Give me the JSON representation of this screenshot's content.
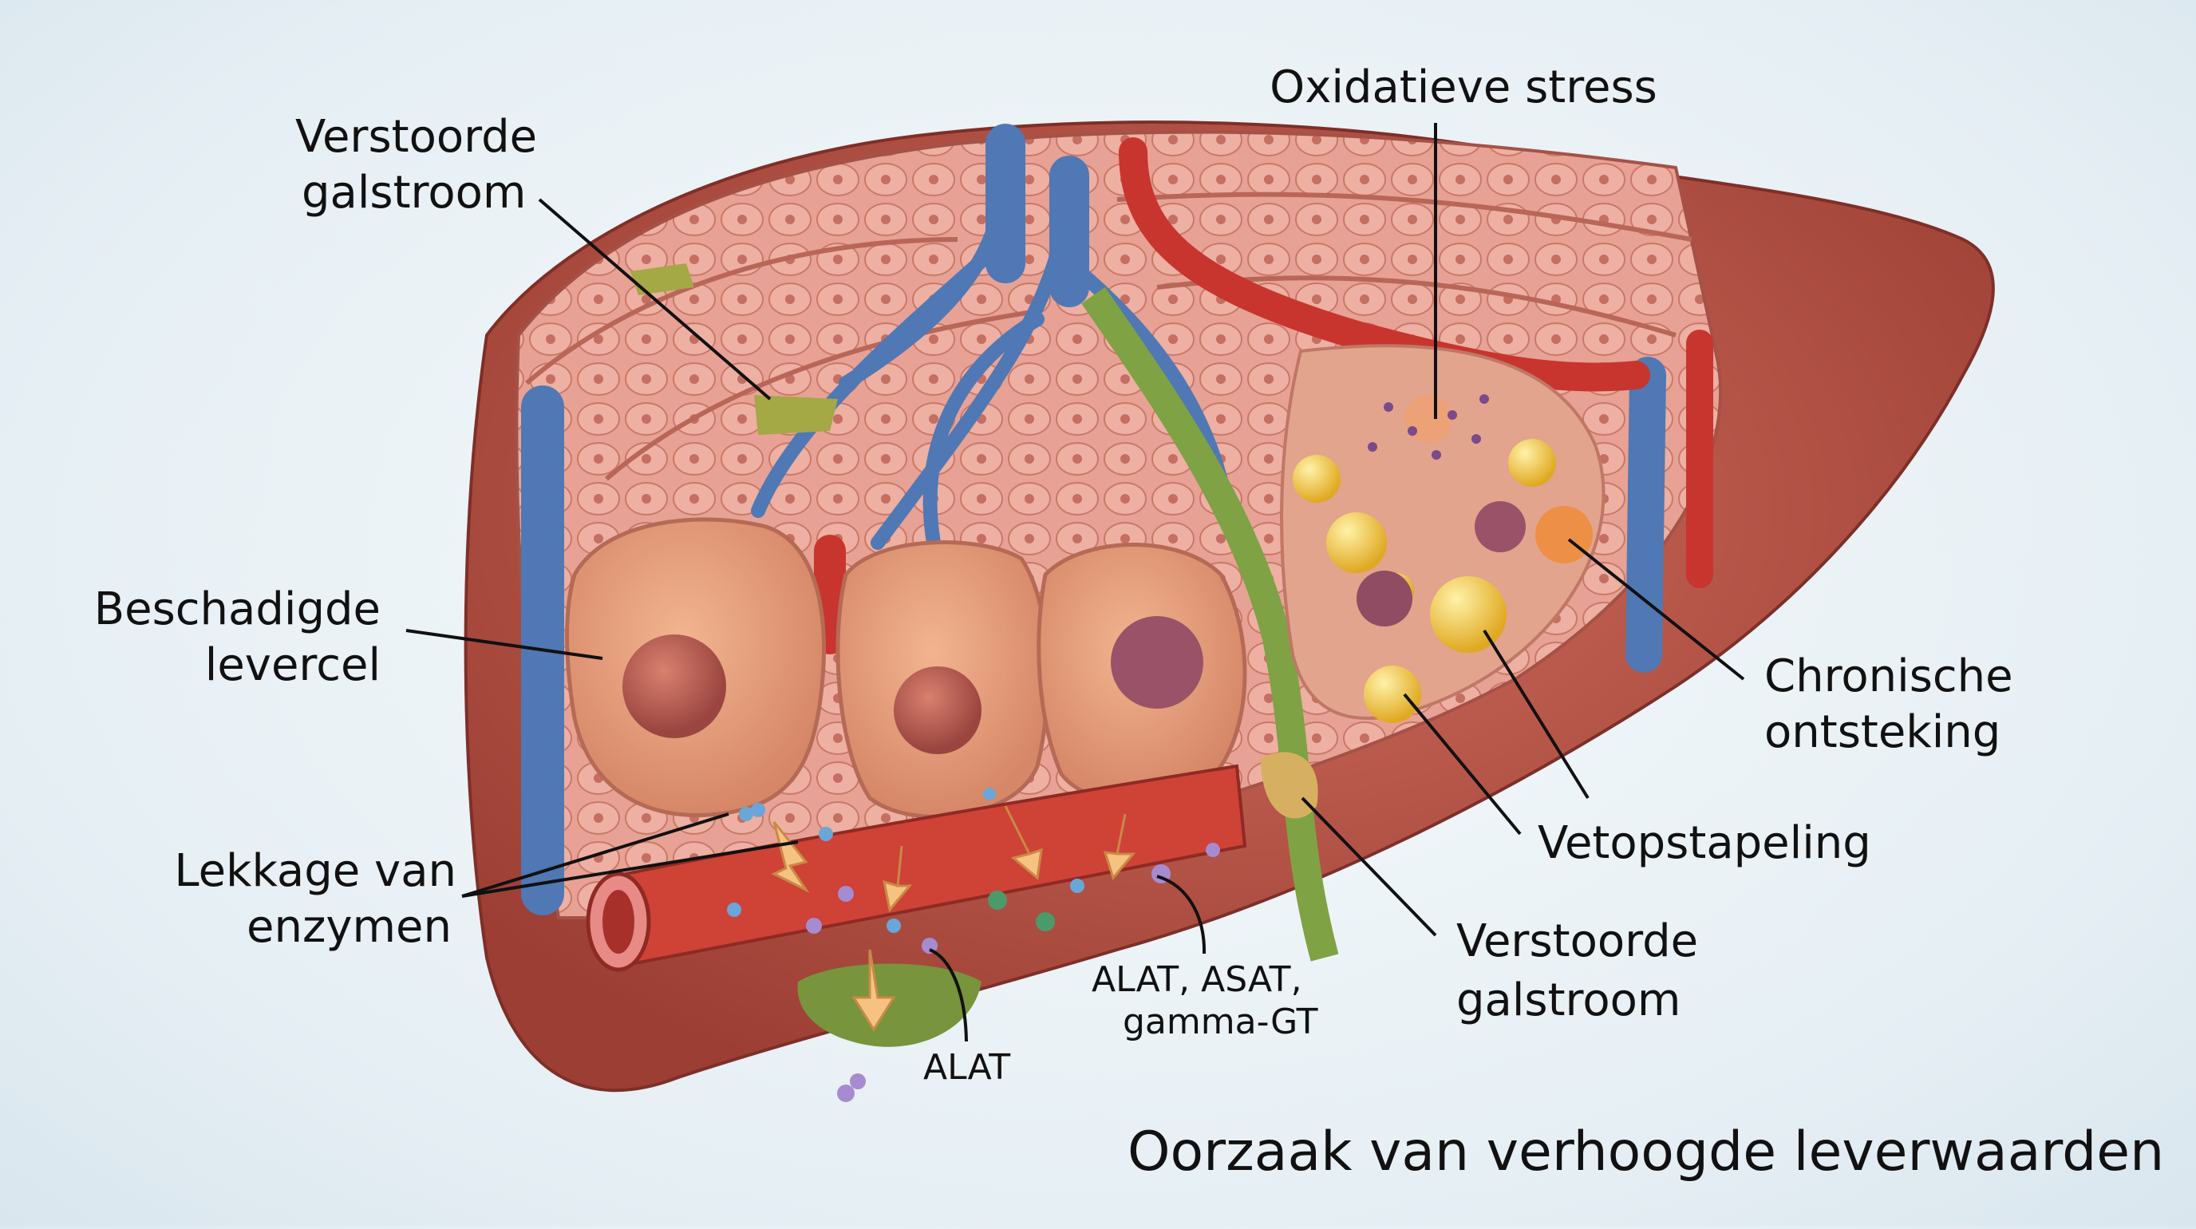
{
  "title": "Oorzaak van verhoogde leverwaarden",
  "labels": {
    "bile_flow_top": [
      "Verstoorde",
      "galstroom"
    ],
    "oxidative_stress": "Oxidatieve stress",
    "damaged_cell": [
      "Beschadigde",
      "levercel"
    ],
    "enzyme_leak": [
      "Lekkage van",
      "enzymen"
    ],
    "enzymes_list": [
      "ALAT, ASAT,",
      "gamma-GT"
    ],
    "alat": "ALAT",
    "inflammation": [
      "Chronische",
      "ontsteking"
    ],
    "fat": "Vetopstapeling",
    "bile_flow_bottom": [
      "Verstoorde",
      "galstroom"
    ]
  },
  "colors": {
    "liver": "#b9574a",
    "tissue": "#e8a093",
    "vein": "#4f78b5",
    "artery": "#c8352e",
    "bile": "#7fa244",
    "fat": "#f2cc3c"
  }
}
